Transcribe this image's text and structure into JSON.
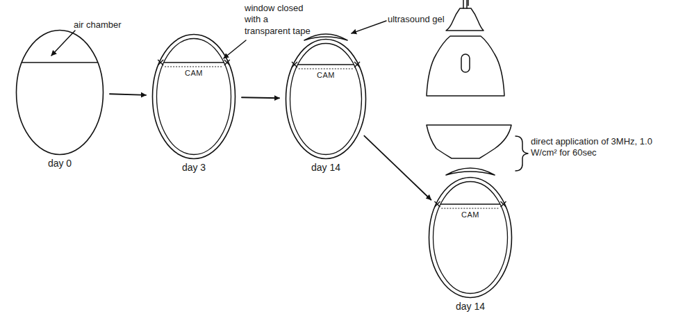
{
  "diagram": {
    "nodes": [
      {
        "text": [
          "day 0"
        ]
      },
      {
        "text": [
          "CAM",
          "day 3"
        ]
      },
      {
        "text": [
          "CAM",
          "day 14"
        ]
      },
      {
        "text": [
          "CAM",
          "day 14"
        ]
      }
    ],
    "edges": [
      {
        "from": 0,
        "to": 1,
        "arrow": "to"
      },
      {
        "from": 1,
        "to": 2,
        "arrow": "to"
      },
      {
        "from": 2,
        "to": 3,
        "arrow": "to"
      }
    ],
    "labels": [
      "air chamber",
      "window closed with a transparent tape",
      "ultrasound gel",
      "direct application of 3MHz, 1.0 W/cm² for 60sec"
    ]
  }
}
